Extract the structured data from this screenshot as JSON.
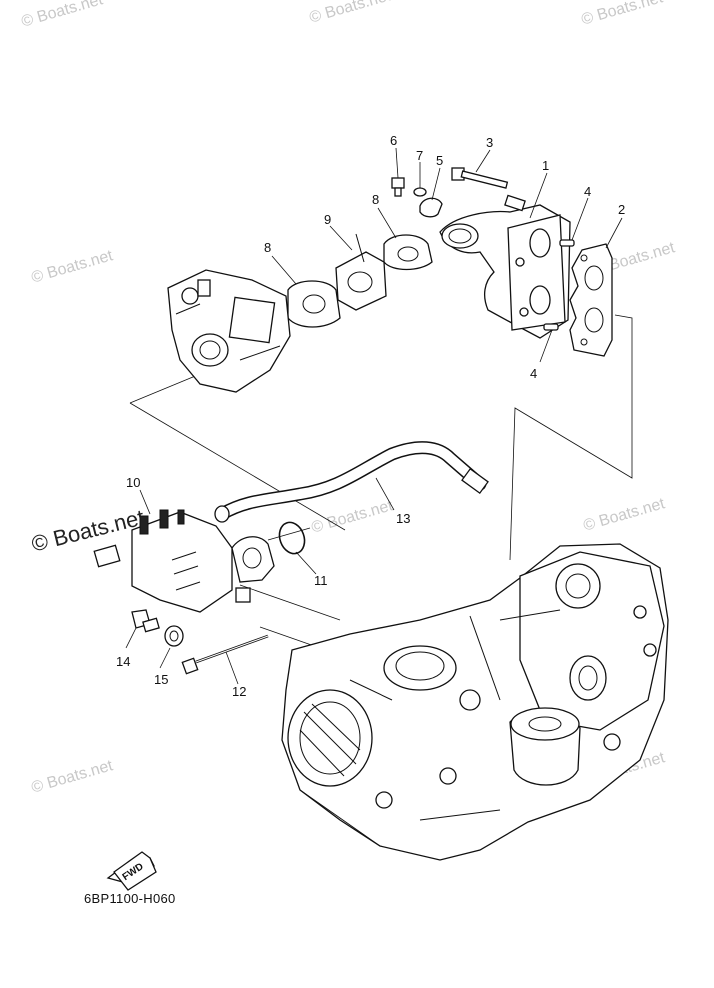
{
  "diagram": {
    "code": "6BP1100-H060",
    "fwd_label": "FWD",
    "watermark": "© Boats.net"
  },
  "callouts": [
    {
      "num": "1"
    },
    {
      "num": "2"
    },
    {
      "num": "3"
    },
    {
      "num": "4"
    },
    {
      "num": "4"
    },
    {
      "num": "5"
    },
    {
      "num": "6"
    },
    {
      "num": "7"
    },
    {
      "num": "8"
    },
    {
      "num": "8"
    },
    {
      "num": "9"
    },
    {
      "num": "10"
    },
    {
      "num": "11"
    },
    {
      "num": "12"
    },
    {
      "num": "13"
    },
    {
      "num": "14"
    },
    {
      "num": "15"
    }
  ]
}
